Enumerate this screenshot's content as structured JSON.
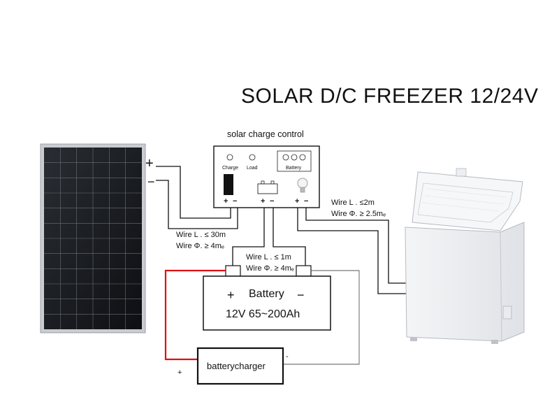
{
  "title": "SOLAR D/C FREEZER 12/24V",
  "controller": {
    "label": "solar charge control",
    "charge": "Charge",
    "load": "Load",
    "battery": "Battery",
    "terminal_pos": "+",
    "terminal_neg": "−"
  },
  "panel": {
    "plus": "+",
    "minus": "−"
  },
  "wire_specs": {
    "panel_length": "Wire L . ≤ 30m",
    "panel_diameter": "Wire Φ. ≥ 4mₑ",
    "battery_length": "Wire L . ≤ 1m",
    "battery_diameter": "Wire Φ. ≥ 4mₑ",
    "freezer_length": "Wire L . ≤2m",
    "freezer_diameter": "Wire Φ. ≥ 2.5mₑ"
  },
  "battery": {
    "plus": "+",
    "label": "Battery",
    "minus": "−",
    "spec": "12V 65~200Ah"
  },
  "charger": {
    "label": "batterycharger",
    "plus": "+",
    "minus": "-"
  }
}
